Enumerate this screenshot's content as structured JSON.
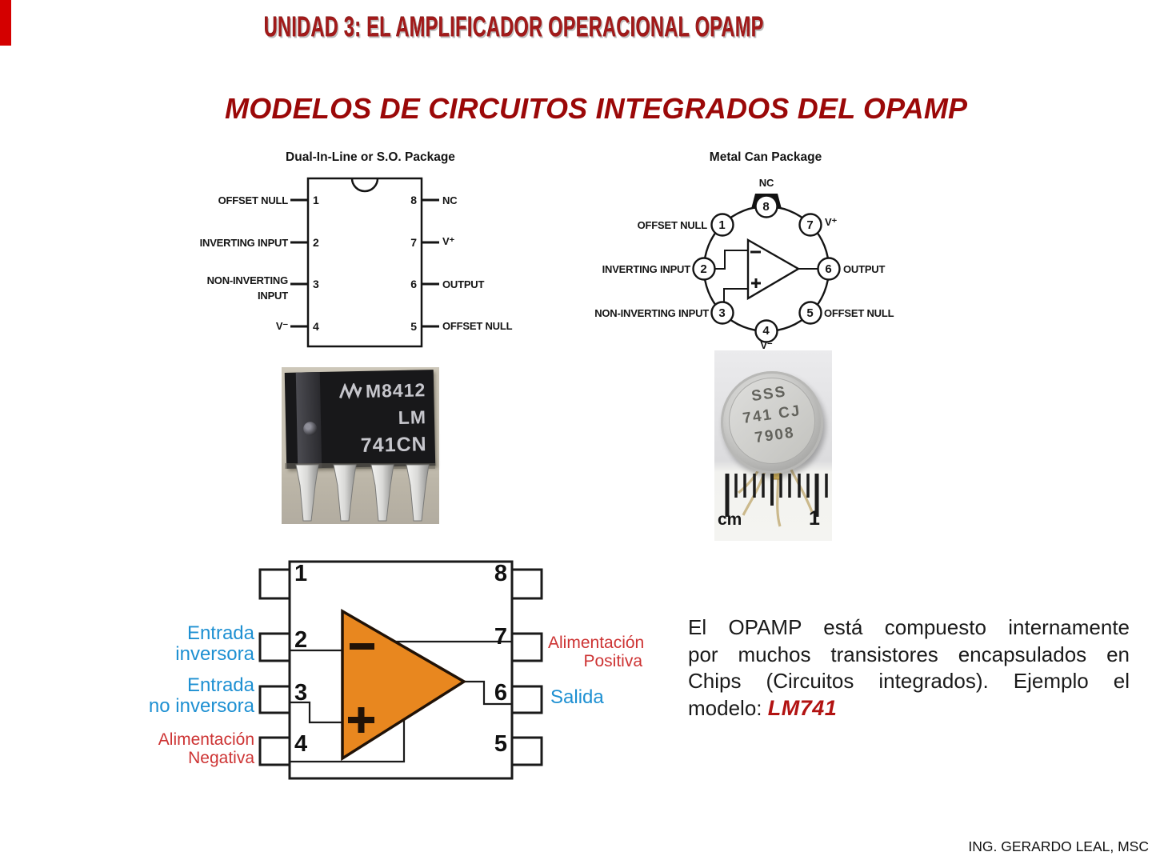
{
  "slide": {
    "accent_bar_color": "#D40000",
    "title": "UNIDAD 3: EL AMPLIFICADOR OPERACIONAL OPAMP",
    "subtitle": "MODELOS DE CIRCUITOS INTEGRADOS DEL OPAMP",
    "footer": "ING. GERARDO LEAL, MSC",
    "title_color": "#A21A1A",
    "subtitle_color": "#9B0808"
  },
  "dip_diagram": {
    "title": "Dual-In-Line or S.O. Package",
    "pins_left": [
      {
        "num": "1",
        "label": "OFFSET NULL"
      },
      {
        "num": "2",
        "label": "INVERTING INPUT"
      },
      {
        "num": "3",
        "label": "NON-INVERTING",
        "label2": "INPUT"
      },
      {
        "num": "4",
        "label": "V⁻"
      }
    ],
    "pins_right": [
      {
        "num": "8",
        "label": "NC"
      },
      {
        "num": "7",
        "label": "V⁺"
      },
      {
        "num": "6",
        "label": "OUTPUT"
      },
      {
        "num": "5",
        "label": "OFFSET NULL"
      }
    ]
  },
  "can_diagram": {
    "title": "Metal Can Package",
    "pin_top": {
      "num": "8",
      "label": "NC"
    },
    "pin_upper_left": {
      "num": "1",
      "label": "OFFSET NULL"
    },
    "pin_upper_right": {
      "num": "7",
      "label": "V⁺"
    },
    "pin_left": {
      "num": "2",
      "label": "INVERTING INPUT"
    },
    "pin_right": {
      "num": "6",
      "label": "OUTPUT"
    },
    "pin_lower_left": {
      "num": "3",
      "label": "NON-INVERTING INPUT"
    },
    "pin_lower_right": {
      "num": "5",
      "label": "OFFSET NULL"
    },
    "pin_bottom": {
      "num": "4",
      "label": "V⁻"
    }
  },
  "dip_photo": {
    "marking_line1": "M8412",
    "marking_line2": "LM",
    "marking_line3": "741CN"
  },
  "can_photo": {
    "marking_line1": "SSS",
    "marking_line2": "741 CJ",
    "marking_line3": "7908",
    "ruler_unit": "cm",
    "ruler_number": "1"
  },
  "pinout": {
    "numbers": {
      "p1": "1",
      "p2": "2",
      "p3": "3",
      "p4": "4",
      "p5": "5",
      "p6": "6",
      "p7": "7",
      "p8": "8"
    },
    "labels": {
      "pin2_l1": "Entrada",
      "pin2_l2": "inversora",
      "pin3_l1": "Entrada",
      "pin3_l2": "no inversora",
      "pin4_l1": "Alimentación",
      "pin4_l2": "Negativa",
      "pin7_l1": "Alimentación",
      "pin7_l2": "Positiva",
      "pin6": "Salida"
    },
    "colors": {
      "input_blue": "#1E90D2",
      "power_red": "#CD3333",
      "opamp_orange": "#E8871F"
    }
  },
  "paragraph": {
    "lines": [
      "El OPAMP está compuesto internamente",
      "por muchos transistores encapsulados en",
      "Chips (Circuitos integrados). Ejemplo el"
    ],
    "last_line_prefix": "modelo: ",
    "model": "LM741",
    "model_color": "#B21312"
  }
}
